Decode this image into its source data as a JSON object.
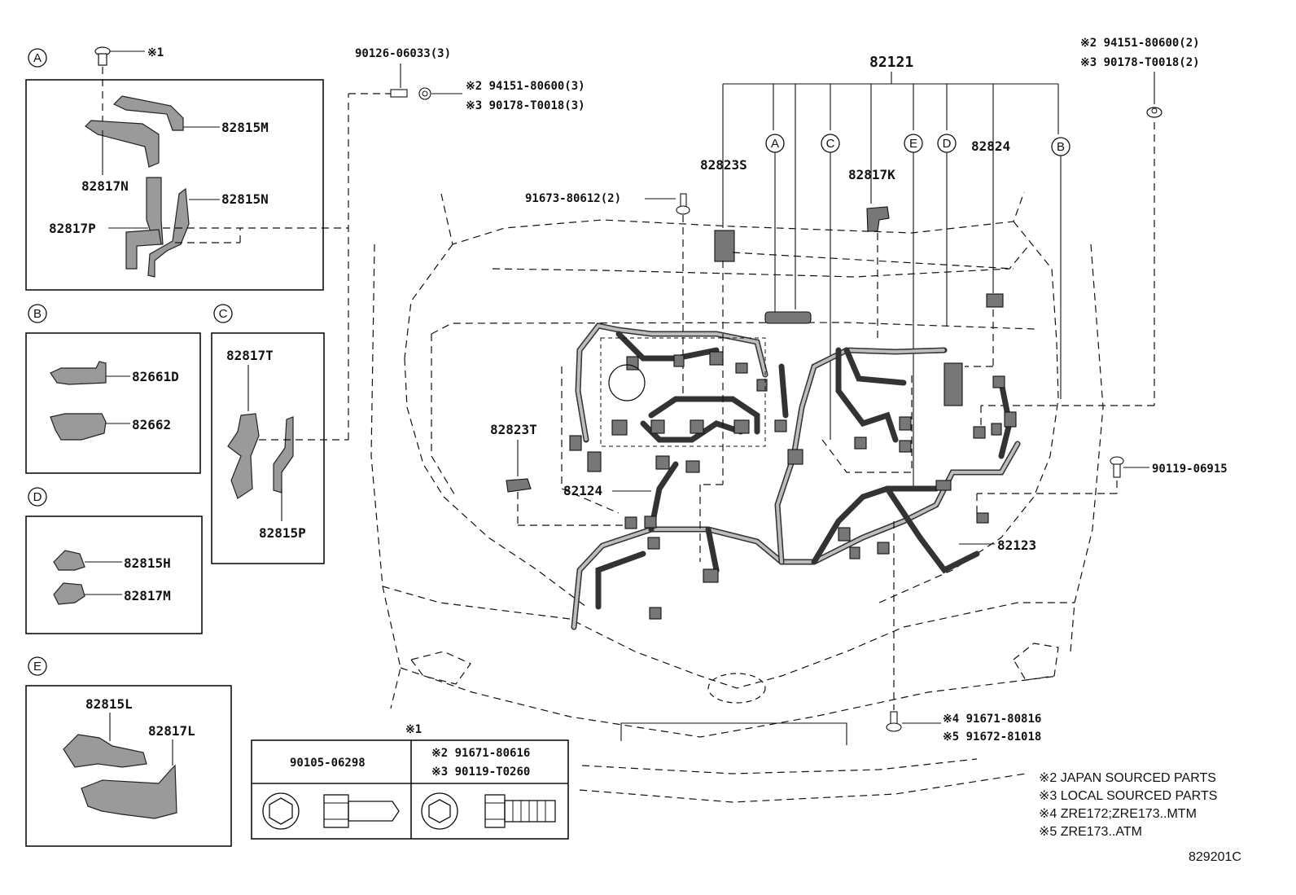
{
  "legend_marker_labels": {
    "A": "A",
    "B": "B",
    "C": "C",
    "D": "D",
    "E": "E"
  },
  "callouts": {
    "ref_x1_top": "※1",
    "p82815M": "82815M",
    "p82817N": "82817N",
    "p82815N": "82815N",
    "p82817P": "82817P",
    "p82661D": "82661D",
    "p82662": "82662",
    "p82817T": "82817T",
    "p82815P": "82815P",
    "p82815H": "82815H",
    "p82817M": "82817M",
    "p82815L": "82815L",
    "p82817L": "82817L",
    "p90126": "90126-06033(3)",
    "p94151_3": "※2 94151-80600(3)",
    "p90178_3": "※3 90178-T0018(3)",
    "p82121": "82121",
    "p94151_2": "※2 94151-80600(2)",
    "p90178_2": "※3 90178-T0018(2)",
    "p82823S": "82823S",
    "p82817K": "82817K",
    "p82824": "82824",
    "p91673": "91673-80612(2)",
    "p82823T": "82823T",
    "p82124": "82124",
    "p90119": "90119-06915",
    "p82123": "82123",
    "p91671_4": "※4 91671-80816",
    "p91672_5": "※5 91672-81018"
  },
  "fastener_table": {
    "header_ref": "※1",
    "col1": "90105-06298",
    "col2_line1": "※2 91671-80616",
    "col2_line2": "※3 90119-T0260"
  },
  "notes": [
    "※2 JAPAN SOURCED PARTS",
    "※3 LOCAL SOURCED PARTS",
    "※4 ZRE172;ZRE173..MTM",
    "※5 ZRE173..ATM"
  ],
  "diagram_code": "829201C"
}
